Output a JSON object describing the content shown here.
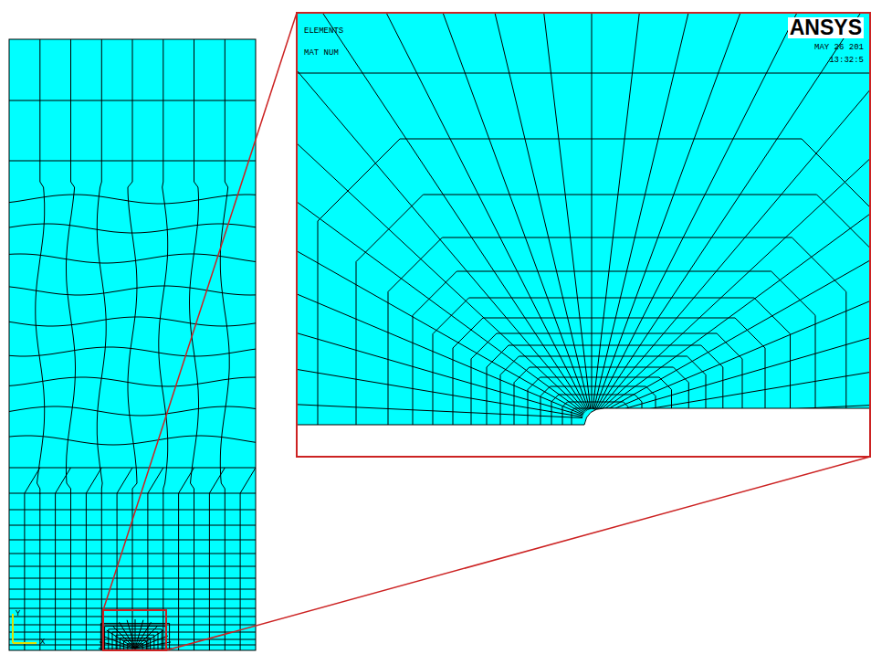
{
  "diagram": {
    "labels": [
      "ELEMENTS",
      "MAT NUM",
      "ANSYS",
      "MAY 26 201",
      "13:32:5",
      "Y",
      "X"
    ]
  }
}
